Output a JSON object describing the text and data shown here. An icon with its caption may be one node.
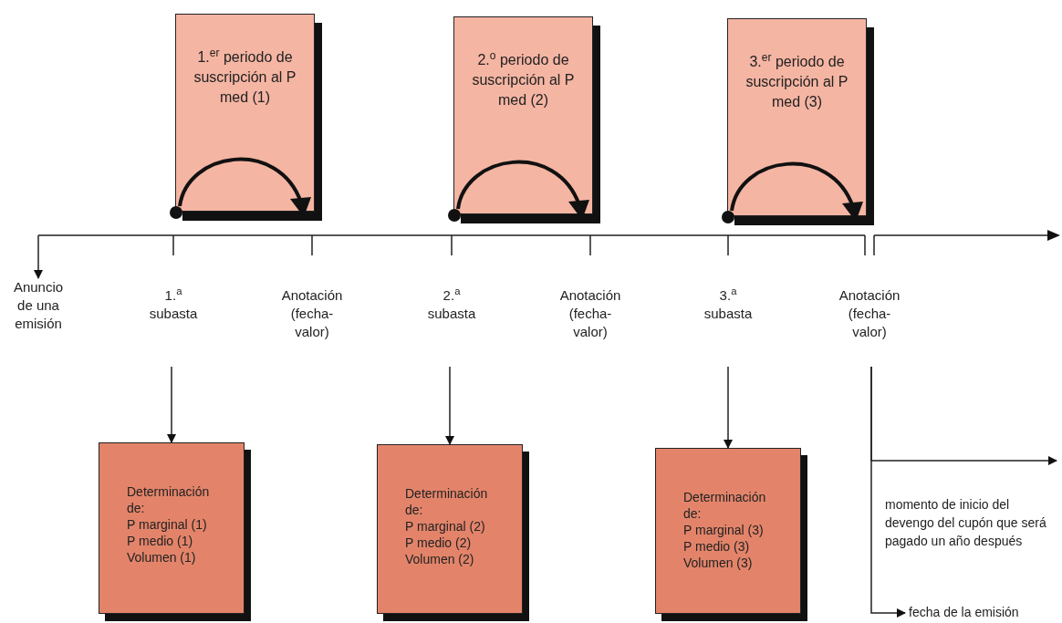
{
  "diagram": {
    "nodes": [
      {
        "text": [
          "1.$^{er}$ periodo de suscripción al P med (1)"
        ]
      },
      {
        "text": [
          "2.$^{o}$ periodo de suscripción al P med (2)"
        ]
      },
      {
        "text": [
          "3.$^{er}$ periodo de suscripción al P med (3)"
        ]
      },
      {
        "text": [
          "Anuncio de una emisión"
        ]
      },
      {
        "text": [
          "1.$^{a}$ subasta"
        ]
      },
      {
        "text": [
          "Anotación (fecha-valor)"
        ]
      },
      {
        "text": [
          "2.$^{a}$ subasta"
        ]
      },
      {
        "text": [
          "Anotación (fecha-valor)"
        ]
      },
      {
        "text": [
          "3.$^{a}$ subasta"
        ]
      },
      {
        "text": [
          "Anotación (fecha-valor)"
        ]
      },
      {
        "text": [
          "Determinación de:",
          "P marginal (1)",
          "P medio (1)",
          "Volumen (1)"
        ]
      },
      {
        "text": [
          "Determinación de:",
          "P marginal (2)",
          "P medio (2)",
          "Volumen (2)"
        ]
      },
      {
        "text": [
          "Determinación de:",
          "P marginal (3)",
          "P medio (3)",
          "Volumen (3)"
        ]
      },
      {
        "text": [
          "fecha de la emisión"
        ]
      }
    ],
    "edges": [
      {
        "from": null,
        "to": 3,
        "arrow": "to"
      },
      {
        "from": 4,
        "to": 10,
        "arrow": "to"
      },
      {
        "from": 6,
        "to": 11,
        "arrow": "to"
      },
      {
        "from": 8,
        "to": 12,
        "arrow": "to"
      },
      {
        "from": 9,
        "to": null,
        "arrow": "to"
      },
      {
        "from": 9,
        "to": 13,
        "arrow": "to"
      }
    ],
    "labels": [
      "momento de inicio del devengo del cupón que será pagado un año después"
    ]
  }
}
